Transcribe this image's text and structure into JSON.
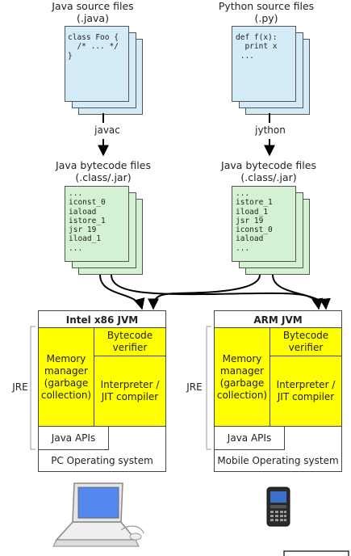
{
  "java_source": {
    "title1": "Java source files",
    "title2": "(.java)",
    "code": "class Foo {\n  /* ... */\n}"
  },
  "python_source": {
    "title1": "Python source files",
    "title2": "(.py)",
    "code": "def f(x):\n  print x\n ..."
  },
  "compilers": {
    "left": "javac",
    "right": "jython"
  },
  "java_bytecode_left": {
    "title1": "Java bytecode files",
    "title2": "(.class/.jar)",
    "code": "...\niconst_0\niaload\nistore_1\njsr 19\niload_1\n..."
  },
  "java_bytecode_right": {
    "title1": "Java bytecode files",
    "title2": "(.class/.jar)",
    "code": "...\nistore_1\niload_1\njsr 19\niconst_0\niaload\n..."
  },
  "left_jvm": {
    "title": "Intel x86 JVM",
    "memory": "Memory manager (garbage collection)",
    "verifier": "Bytecode verifier",
    "interpreter": "Interpreter / JIT compiler",
    "apis": "Java APIs",
    "os": "PC Operating system",
    "jre": "JRE"
  },
  "right_jvm": {
    "title": "ARM JVM",
    "memory": "Memory manager (garbage collection)",
    "verifier": "Bytecode verifier",
    "interpreter": "Interpreter / JIT compiler",
    "apis": "Java APIs",
    "os": "Mobile Operating system",
    "jre": "JRE"
  },
  "colors": {
    "source_page": "#d4ecf8",
    "bytecode_page": "#d3f2d3",
    "jvm_component": "#ffff00"
  }
}
